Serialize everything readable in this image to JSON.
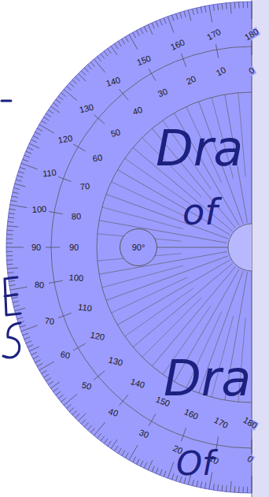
{
  "diagram": {
    "nodes": [
      {
        "text": [
          "90°"
        ]
      }
    ],
    "labels": [
      "180",
      "170",
      "160",
      "150",
      "140",
      "130",
      "120",
      "110",
      "100",
      "90",
      "80",
      "70",
      "60",
      "50",
      "40",
      "30",
      "20",
      "10",
      "0",
      "0",
      "10",
      "20",
      "30",
      "40",
      "50",
      "60",
      "70",
      "80",
      "90",
      "100",
      "110",
      "120",
      "130",
      "140",
      "150",
      "160",
      "170",
      "180",
      "Dra",
      "of",
      "Dra",
      "Of"
    ]
  }
}
